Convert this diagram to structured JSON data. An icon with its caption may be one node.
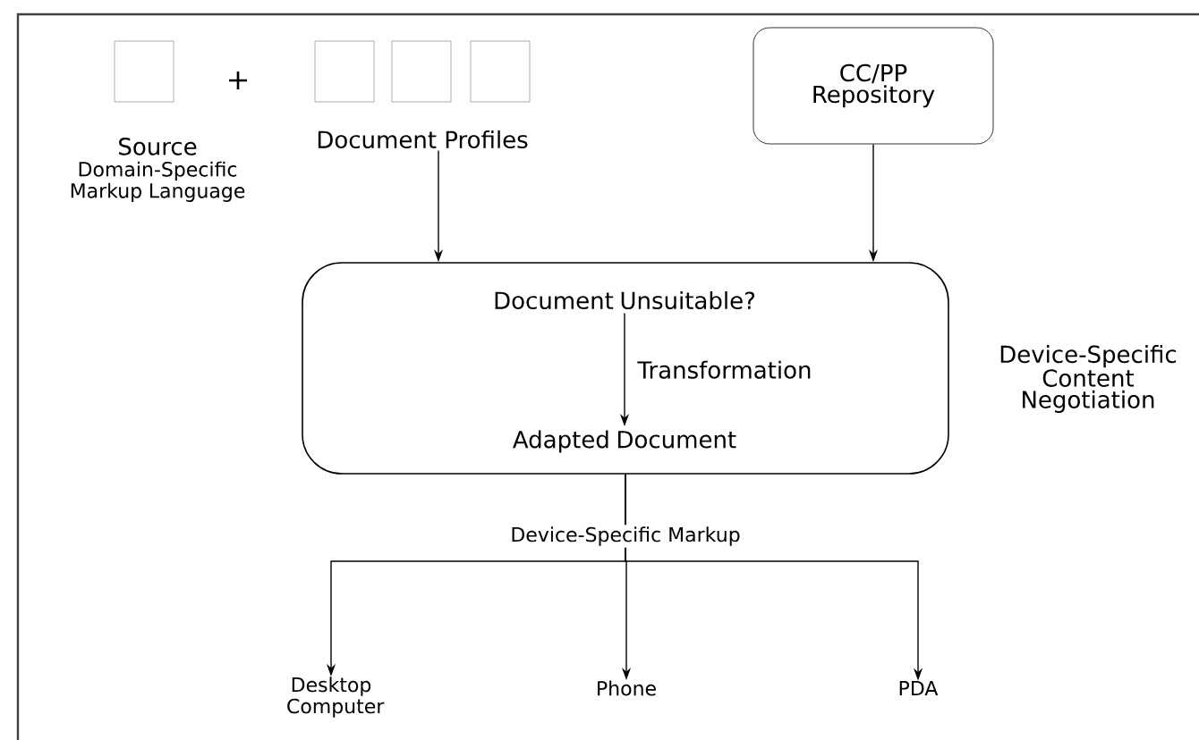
{
  "diagram": {
    "nodes": [
      {
        "text": [
          "Source",
          "Domain-Specific Markup Language"
        ]
      },
      {
        "text": [
          "Document Profiles"
        ]
      },
      {
        "text": [
          "CC/PP Repository"
        ]
      },
      {
        "text": [],
        "shape": "box",
        "beside": [
          "Device-Specific Content Negotiation"
        ]
      },
      {
        "text": [
          "Document Unsuitable?"
        ],
        "in": 3
      },
      {
        "text": [
          "Adapted Document"
        ],
        "in": 3
      },
      {
        "text": [
          "Desktop Computer"
        ]
      },
      {
        "text": [
          "Phone"
        ]
      },
      {
        "text": [
          "PDA"
        ]
      }
    ],
    "edges": [
      {
        "from": 1,
        "to": 3,
        "arrow": "to"
      },
      {
        "from": 2,
        "to": 3,
        "arrow": "to"
      },
      {
        "from": 4,
        "to": 5,
        "arrow": "to",
        "label": "Transformation"
      },
      {
        "from": 3,
        "to": 6,
        "arrow": "to"
      },
      {
        "from": 3,
        "to": 7,
        "arrow": "to",
        "label": "Device-Specific Markup"
      },
      {
        "from": 3,
        "to": 8,
        "arrow": "to"
      }
    ],
    "labels": [
      "+"
    ]
  }
}
